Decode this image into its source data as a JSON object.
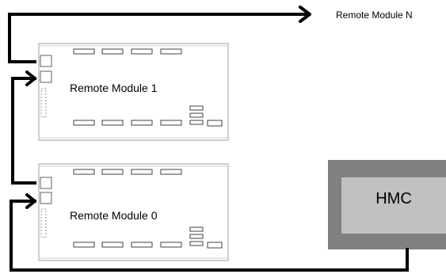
{
  "labels": {
    "remote_module_n": "Remote Module N",
    "remote_module_1": "Remote Module 1",
    "remote_module_0": "Remote Module 0",
    "hmc": "HMC"
  },
  "colors": {
    "wire": "#000000",
    "hmc_outer": "#808080",
    "hmc_inner": "#c0c0c0",
    "module_border": "#a0a0a0",
    "connector": "#404040"
  }
}
